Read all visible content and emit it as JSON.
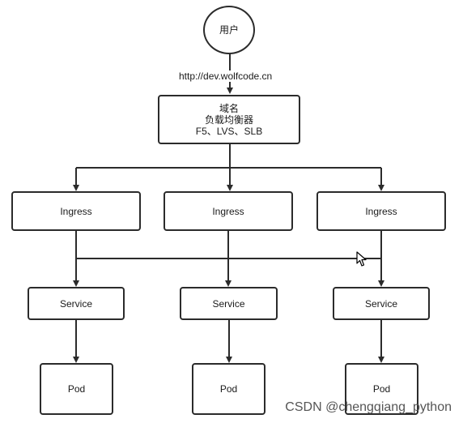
{
  "diagram": {
    "user": "用户",
    "url": "http://dev.wolfcode.cn",
    "lb_lines": [
      "域名",
      "负载均衡器",
      "F5、LVS、SLB"
    ],
    "ingress": [
      "Ingress",
      "Ingress",
      "Ingress"
    ],
    "service": [
      "Service",
      "Service",
      "Service"
    ],
    "pod": [
      "Pod",
      "Pod",
      "Pod"
    ]
  },
  "watermark": "CSDN @chengqiang_python",
  "colors": {
    "stroke": "#2b2b2b",
    "background": "#ffffff"
  }
}
